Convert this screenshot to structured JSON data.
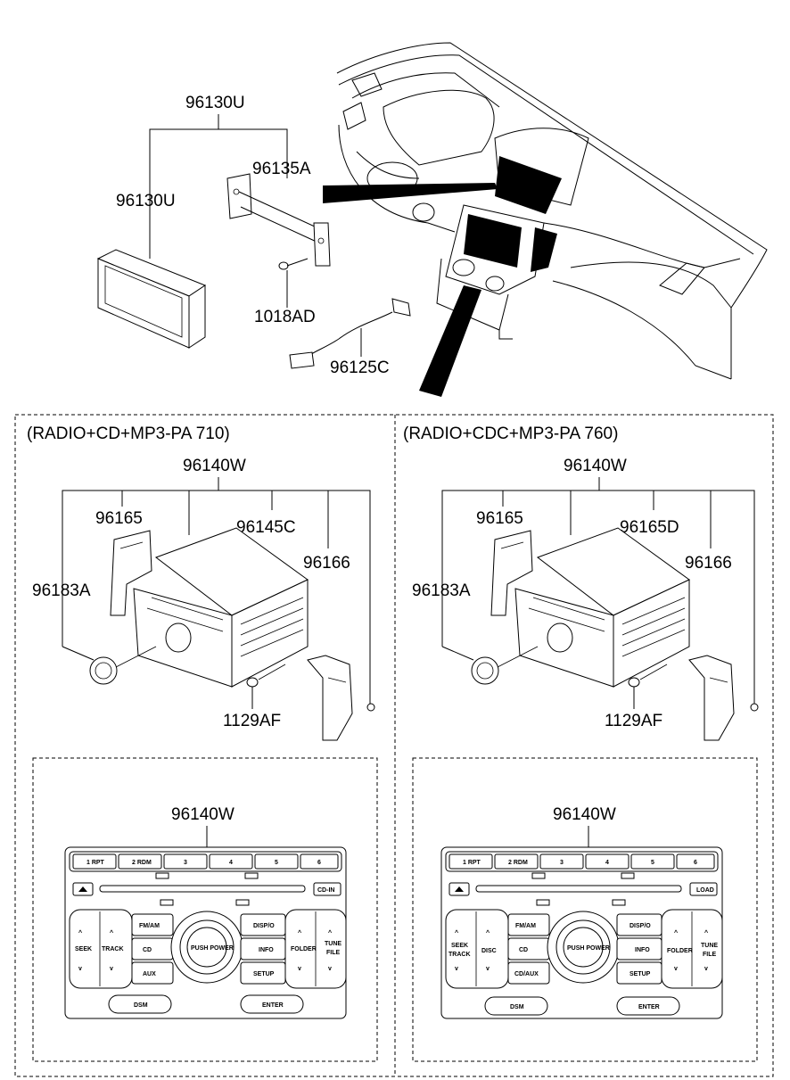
{
  "top": {
    "labels": {
      "p96130U_top": "96130U",
      "p96130U": "96130U",
      "p96135A": "96135A",
      "p1018AD": "1018AD",
      "p96125C": "96125C"
    }
  },
  "left": {
    "title": "(RADIO+CD+MP3-PA 710)",
    "labels": {
      "p96140W": "96140W",
      "p96165": "96165",
      "p96145C": "96145C",
      "p96166": "96166",
      "p96183A": "96183A",
      "p1129AF": "1129AF",
      "panel_title": "96140W"
    },
    "presets": [
      "1 RPT",
      "2 RDM",
      "3",
      "4",
      "5",
      "6"
    ],
    "eject_right": "CD-IN",
    "buttons": {
      "left_upper": "SEEK",
      "left_lower": "TRACK",
      "fmam": "FM/AM",
      "cd": "CD",
      "aux": "AUX",
      "knob": "PUSH POWER",
      "dispo": "DISP/O",
      "info": "INFO",
      "setup": "SETUP",
      "folder": "FOLDER",
      "tune1": "TUNE",
      "tune2": "FILE",
      "dsm": "DSM",
      "enter": "ENTER"
    }
  },
  "right": {
    "title": "(RADIO+CDC+MP3-PA 760)",
    "labels": {
      "p96140W": "96140W",
      "p96165": "96165",
      "p96165D": "96165D",
      "p96166": "96166",
      "p96183A": "96183A",
      "p1129AF": "1129AF",
      "panel_title": "96140W"
    },
    "presets": [
      "1 RPT",
      "2 RDM",
      "3",
      "4",
      "5",
      "6"
    ],
    "eject_right": "LOAD",
    "buttons": {
      "left_upper": "SEEK",
      "left_upper2": "TRACK",
      "disc": "DISC",
      "fmam": "FM/AM",
      "cd": "CD",
      "aux": "CD/AUX",
      "knob": "PUSH POWER",
      "dispo": "DISP/O",
      "info": "INFO",
      "setup": "SETUP",
      "folder": "FOLDER",
      "tune1": "TUNE",
      "tune2": "FILE",
      "dsm": "DSM",
      "enter": "ENTER"
    }
  }
}
